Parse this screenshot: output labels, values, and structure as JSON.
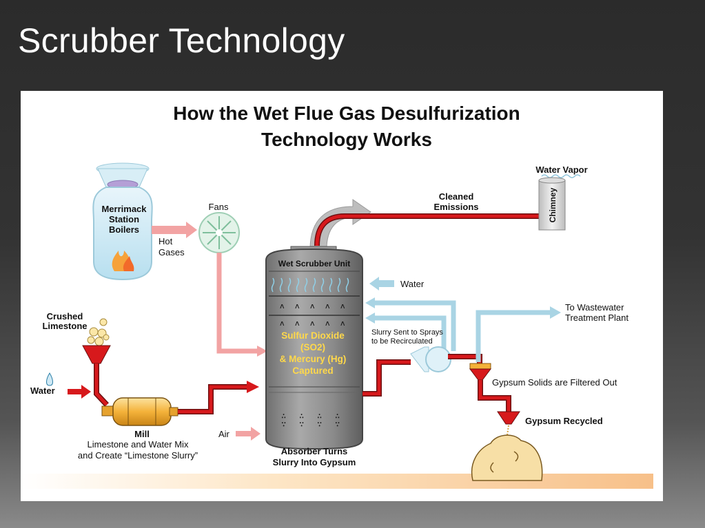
{
  "slide": {
    "title": "Scrubber Technology"
  },
  "diagram": {
    "heading_line1": "How the Wet Flue Gas Desulfurization",
    "heading_line2": "Technology Works",
    "boiler": [
      "Merrimack",
      "Station",
      "Boilers"
    ],
    "fans": "Fans",
    "hot_gases": [
      "Hot",
      "Gases"
    ],
    "cleaned_emissions": [
      "Cleaned",
      "Emissions"
    ],
    "water_vapor": "Water Vapor",
    "chimney": "Chimney",
    "scrubber_unit": "Wet Scrubber Unit",
    "captured": [
      "Sulfur Dioxide",
      "(SO2)",
      "& Mercury (Hg)",
      "Captured"
    ],
    "water_top": "Water",
    "slurry_sprays": [
      "Slurry Sent to Sprays",
      "to be Recirculated"
    ],
    "wastewater": [
      "To Wastewater",
      "Treatment Plant"
    ],
    "crushed_limestone": [
      "Crushed",
      "Limestone"
    ],
    "water_left": "Water",
    "mill": "Mill",
    "mill_desc": [
      "Limestone and Water Mix",
      "and Create “Limestone Slurry”"
    ],
    "air": "Air",
    "absorber": [
      "Absorber Turns",
      "Slurry Into Gypsum"
    ],
    "gypsum_filtered": "Gypsum Solids are Filtered Out",
    "gypsum_recycled": "Gypsum Recycled"
  },
  "colors": {
    "pipe_red": "#d7191c",
    "arrow_pink": "#f2a3a3",
    "arrow_blue": "#a9d4e4",
    "scrubber_gray": "#8c8c8c",
    "mill_gold": "#f4b23a",
    "gypsum": "#f7dfa6"
  }
}
